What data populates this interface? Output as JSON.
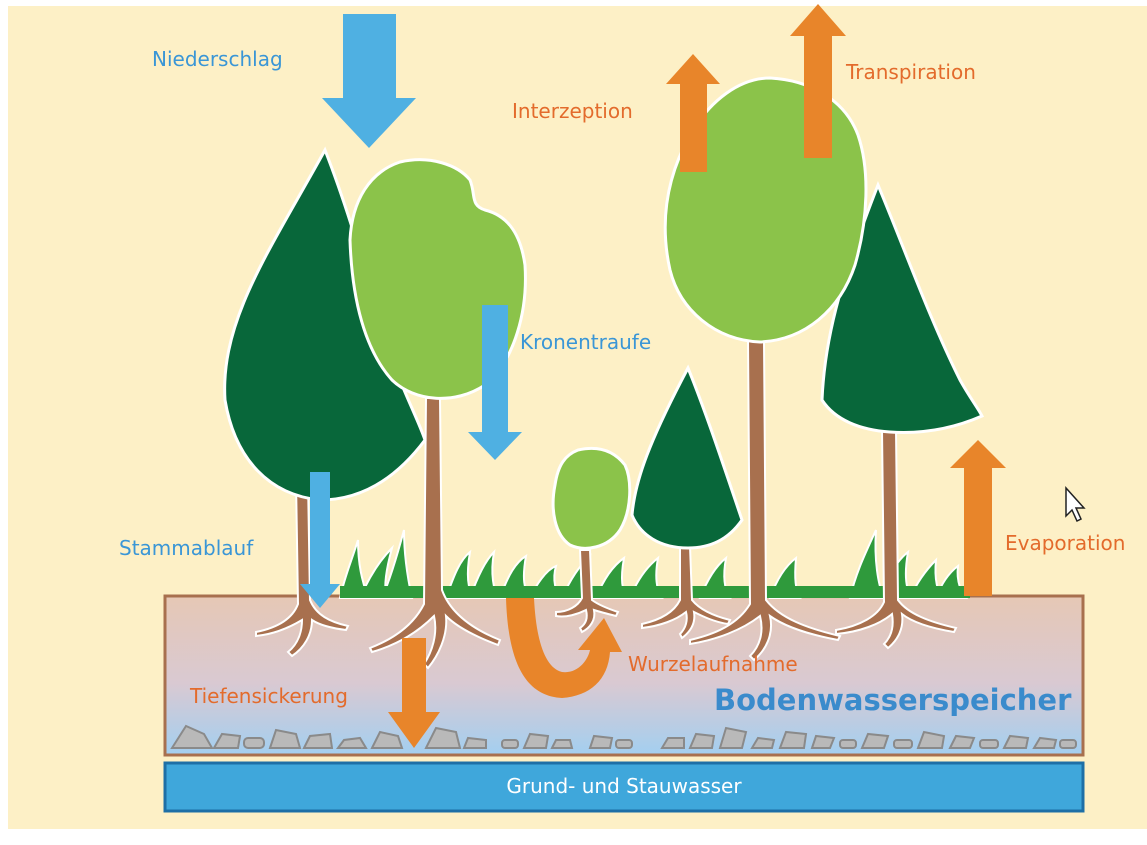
{
  "labels": {
    "niederschlag": "Niederschlag",
    "interzeption": "Interzeption",
    "transpiration": "Transpiration",
    "kronentraufe": "Kronentraufe",
    "stammablauf": "Stammablauf",
    "evaporation": "Evaporation",
    "wurzelaufnahme": "Wurzelaufnahme",
    "tiefensickerung": "Tiefensickerung",
    "bodenwasserspeicher": "Bodenwasserspeicher",
    "grundwasser": "Grund- und Stauwasser"
  },
  "colors": {
    "background": "#fdf0c6",
    "water_arrow": "#4fb0e2",
    "flux_arrow": "#e8852a",
    "dark_conifer": "#08673a",
    "light_deciduous": "#8bc34a",
    "trunk": "#a8704e",
    "grass": "#2f9a3c",
    "soil_top": "#e4c9b8",
    "soil_bottom": "#a7d0ee",
    "groundwater": "#3fa7db"
  },
  "icons": {
    "cursor": "mouse-pointer-icon"
  }
}
